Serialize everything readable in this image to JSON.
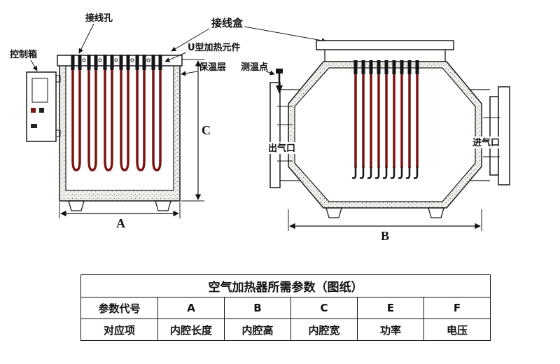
{
  "diagram": {
    "left_view": {
      "control_box": "控制箱",
      "wiring_hole": "接线孔",
      "junction_box": "接线盒",
      "u_element": "U型加热元件",
      "insulation": "保温层",
      "dim_c": "C",
      "dim_a": "A"
    },
    "right_view": {
      "temp_point": "测温点",
      "outlet": "出气口",
      "inlet": "进气口",
      "dim_b": "B"
    }
  },
  "table": {
    "title": "空气加热器所需参数（图纸）",
    "rows": [
      [
        "参数代号",
        "A",
        "B",
        "C",
        "E",
        "F"
      ],
      [
        "对应项",
        "内腔长度",
        "内腔高",
        "内腔宽",
        "功率",
        "电压"
      ]
    ]
  },
  "colors": {
    "heater_rod": "#7a1512",
    "line": "#1a1a1a",
    "stipple": "#808080"
  }
}
